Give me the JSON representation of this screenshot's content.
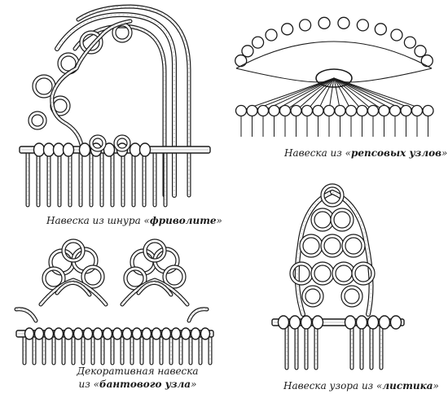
{
  "captions": {
    "frivolite_prefix": "Навеска из шнура «",
    "frivolite_em": "фриволите",
    "frivolite_suffix": "»",
    "reps_prefix": "Навеска из «",
    "reps_em": "репсовых узлов",
    "reps_suffix": "»",
    "bant_line1": "Декоративная навеска",
    "bant_line2_prefix": "из «",
    "bant_line2_em": "бантового узла",
    "bant_line2_suffix": "»",
    "leaf_prefix": "Навеска узора из «",
    "leaf_em": "листика",
    "leaf_suffix": "»"
  },
  "colors": {
    "ink": "#1a1a1a",
    "paper": "#ffffff"
  }
}
